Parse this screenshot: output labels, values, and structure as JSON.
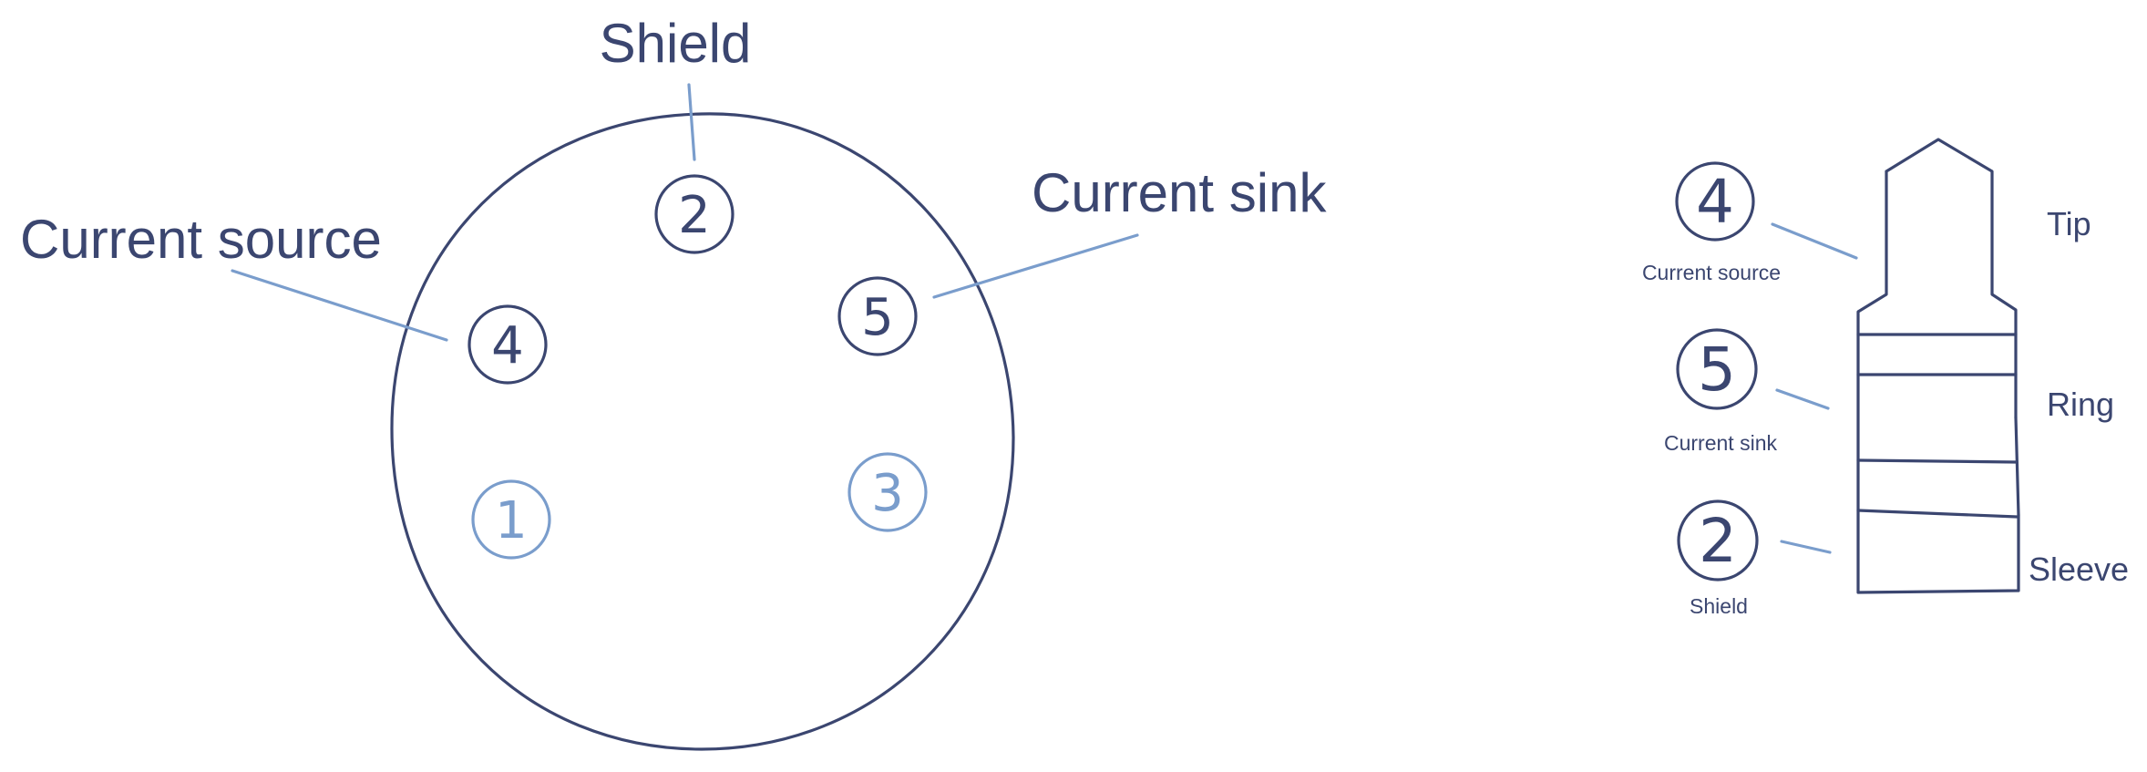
{
  "connector": {
    "labels": {
      "shield": "Shield",
      "current_sink": "Current sink",
      "current_source": "Current source"
    },
    "pins": [
      {
        "number": "2",
        "role": "shield"
      },
      {
        "number": "4",
        "role": "current-source"
      },
      {
        "number": "5",
        "role": "current-sink"
      },
      {
        "number": "1",
        "role": "unused"
      },
      {
        "number": "3",
        "role": "unused"
      }
    ]
  },
  "jack": {
    "contact_labels": {
      "tip": "Tip",
      "ring": "Ring",
      "sleeve": "Sleeve"
    },
    "pins": [
      {
        "number": "4",
        "caption": "Current source"
      },
      {
        "number": "5",
        "caption": "Current sink"
      },
      {
        "number": "2",
        "caption": "Shield"
      }
    ]
  },
  "colors": {
    "ink": "#3b4670",
    "accent": "#7a9dcc",
    "background": "#ffffff"
  }
}
